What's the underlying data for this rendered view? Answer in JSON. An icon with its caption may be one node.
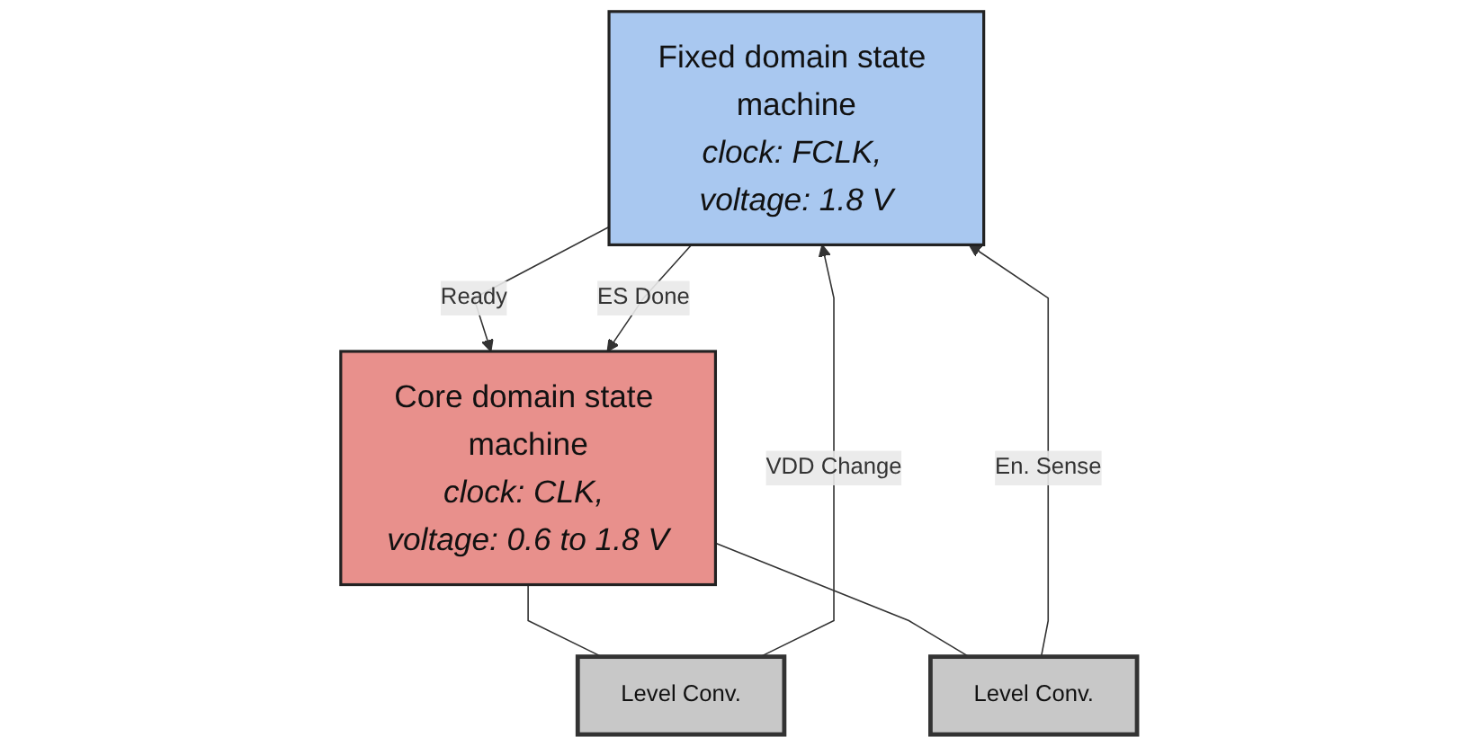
{
  "diagram": {
    "nodes": [
      {
        "text": [
          "Fixed domain state machine",
          "clock: FCLK, voltage: 1.8 V"
        ]
      },
      {
        "text": [
          "Core domain state machine",
          "clock: CLK, voltage: 0.6 to 1.8 V"
        ]
      },
      {
        "text": [
          "Level Conv."
        ]
      },
      {
        "text": [
          "Level Conv."
        ]
      }
    ],
    "edges": [
      {
        "from": 0,
        "to": 1,
        "arrow": "to",
        "label": "Ready"
      },
      {
        "from": 0,
        "to": 1,
        "arrow": "to",
        "label": "ES Done"
      },
      {
        "from": 1,
        "to": 2,
        "arrow": "none"
      },
      {
        "from": 2,
        "to": 0,
        "arrow": "to",
        "label": "VDD Change"
      },
      {
        "from": 1,
        "to": 3,
        "arrow": "none"
      },
      {
        "from": 3,
        "to": 0,
        "arrow": "to",
        "label": "En. Sense"
      }
    ]
  }
}
